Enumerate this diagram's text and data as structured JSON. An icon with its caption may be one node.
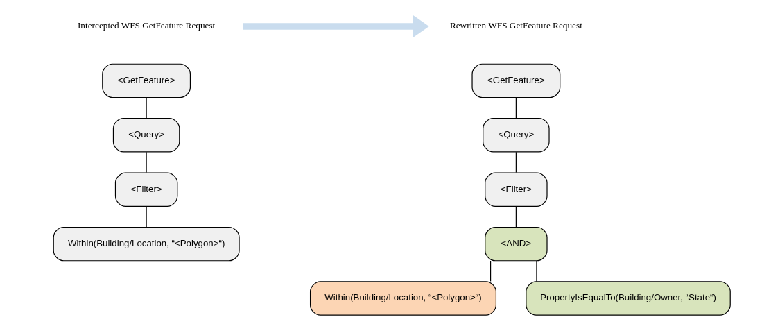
{
  "diagram": {
    "nodes": [
      {
        "text": [
          "Intercepted WFS GetFeature Request"
        ]
      },
      {
        "text": [
          "<GetFeature>"
        ]
      },
      {
        "text": [
          "<Query>"
        ]
      },
      {
        "text": [
          "<Filter>"
        ]
      },
      {
        "text": [
          "Within(Building/Location, “<Polygon>“)"
        ]
      },
      {
        "text": [
          "Rewritten WFS GetFeature Request"
        ]
      },
      {
        "text": [
          "<GetFeature>"
        ]
      },
      {
        "text": [
          "<Query>"
        ]
      },
      {
        "text": [
          "<Filter>"
        ]
      },
      {
        "text": [
          "<AND>"
        ]
      },
      {
        "text": [
          "Within(Building/Location, “<Polygon>“)"
        ]
      },
      {
        "text": [
          "PropertyIsEqualTo(Building/Owner, “State“)"
        ]
      }
    ],
    "edges": [
      {
        "from": 1,
        "to": 2,
        "arrow": "none"
      },
      {
        "from": 2,
        "to": 3,
        "arrow": "none"
      },
      {
        "from": 3,
        "to": 4,
        "arrow": "none"
      },
      {
        "from": 0,
        "to": 5,
        "arrow": "to",
        "style": "thick",
        "color": "#c9dcee"
      },
      {
        "from": 6,
        "to": 7,
        "arrow": "none"
      },
      {
        "from": 7,
        "to": 8,
        "arrow": "none"
      },
      {
        "from": 8,
        "to": 9,
        "arrow": "none"
      },
      {
        "from": 9,
        "to": 10,
        "arrow": "none"
      },
      {
        "from": 9,
        "to": 11,
        "arrow": "none"
      }
    ]
  }
}
